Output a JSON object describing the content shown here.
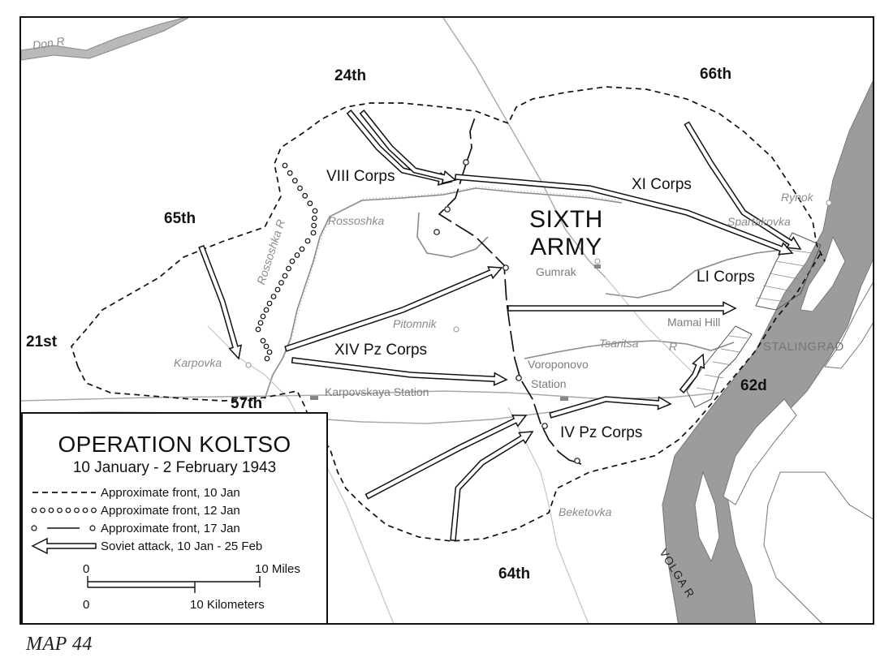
{
  "map": {
    "armies": {
      "a24": "24th",
      "a66": "66th",
      "a65": "65th",
      "a21": "21st",
      "a57": "57th",
      "a64": "64th",
      "a62": "62d"
    },
    "corps": {
      "viii": "VIII Corps",
      "xi": "XI Corps",
      "li": "LI Corps",
      "xiv": "XIV Pz Corps",
      "iv": "IV Pz Corps"
    },
    "sixth_army": [
      "SIXTH",
      "ARMY"
    ],
    "places": {
      "rynok": "Rynok",
      "spartakovka": "Spartakovka",
      "rossoshka": "Rossoshka",
      "gumrak": "Gumrak",
      "pitomnik": "Pitomnik",
      "mamai": "Mamai Hill",
      "karpovka": "Karpovka",
      "voroponovo": "Voroponovo",
      "station": "Station",
      "karpovskaya": "Karpovskaya Station",
      "beketovka": "Beketovka",
      "stalingrad": "STALINGRAD"
    },
    "rivers": {
      "don": "Don R",
      "rossoshka_r": "Rossoshka R",
      "tsaritsa": "Tsaritsa",
      "tsaritsa_r": "R",
      "volga": "VOLGA R"
    }
  },
  "legend": {
    "title": "OPERATION KOLTSO",
    "subtitle": "10 January - 2 February 1943",
    "items": [
      {
        "symbol": "front-dashed",
        "label": "Approximate front, 10 Jan"
      },
      {
        "symbol": "front-rings",
        "label": "Approximate front, 12 Jan"
      },
      {
        "symbol": "front-ring-dash",
        "label": "Approximate front, 17 Jan"
      },
      {
        "symbol": "attack-arrow",
        "label": "Soviet attack, 10 Jan - 25 Feb"
      }
    ],
    "scale": {
      "miles_start": "0",
      "miles_end": "10 Miles",
      "km_start": "0",
      "km_end": "10 Kilometers"
    }
  },
  "caption": "MAP 44"
}
